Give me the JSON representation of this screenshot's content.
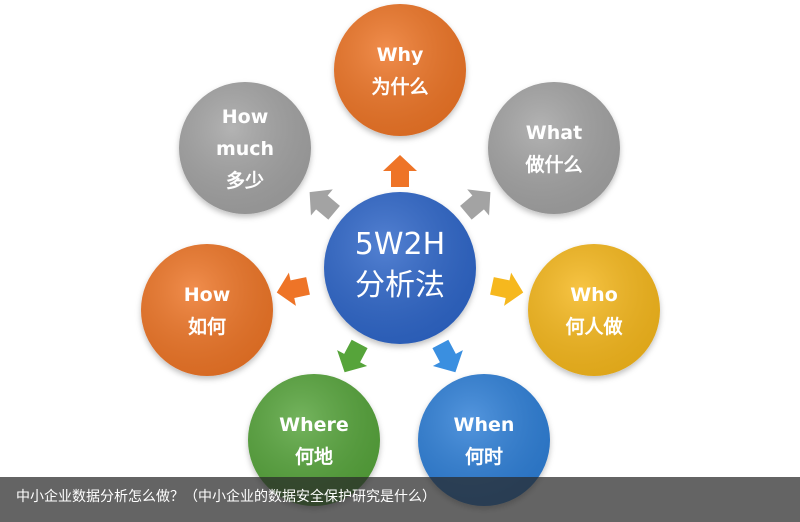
{
  "diagram": {
    "center": {
      "line1": "5W2H",
      "line2": "分析法",
      "color": "#2f66c9"
    },
    "nodes": [
      {
        "id": "why",
        "line1": "Why",
        "line2": "为什么",
        "line3": "",
        "color": "#ee7427",
        "arrow": "#ee7427"
      },
      {
        "id": "what",
        "line1": "What",
        "line2": "做什么",
        "line3": "",
        "color": "#a3a3a3",
        "arrow": "#a3a3a3"
      },
      {
        "id": "who",
        "line1": "Who",
        "line2": "何人做",
        "line3": "",
        "color": "#f6b81e",
        "arrow": "#f6b81e"
      },
      {
        "id": "when",
        "line1": "When",
        "line2": "何时",
        "line3": "",
        "color": "#2f7fd7",
        "arrow": "#3a8fe0"
      },
      {
        "id": "where",
        "line1": "Where",
        "line2": "何地",
        "line3": "",
        "color": "#56a43a",
        "arrow": "#56a43a"
      },
      {
        "id": "how",
        "line1": "How",
        "line2": "如何",
        "line3": "",
        "color": "#ee7427",
        "arrow": "#ee7427"
      },
      {
        "id": "howmuch",
        "line1": "How",
        "line2": "much",
        "line3": "多少",
        "color": "#a3a3a3",
        "arrow": "#a3a3a3"
      }
    ]
  },
  "caption": "中小企业数据分析怎么做？（中小企业的数据安全保护研究是什么）"
}
